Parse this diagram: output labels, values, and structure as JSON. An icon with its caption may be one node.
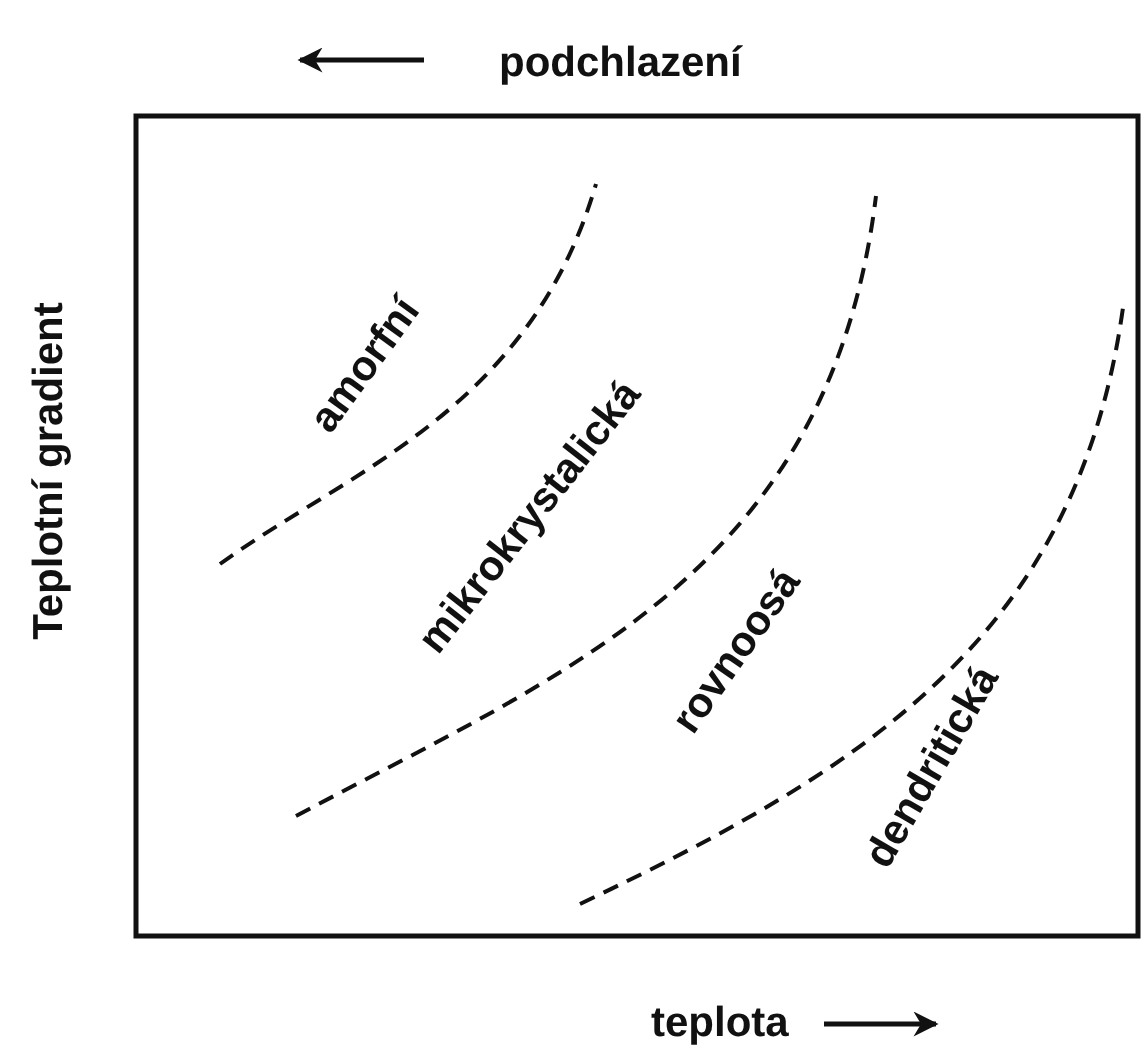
{
  "diagram": {
    "labels": [
      "podchlazení",
      "Teplotní gradient",
      "amorfní",
      "mikrokrystalická",
      "rovnoosá",
      "dendritická",
      "teplota"
    ]
  }
}
